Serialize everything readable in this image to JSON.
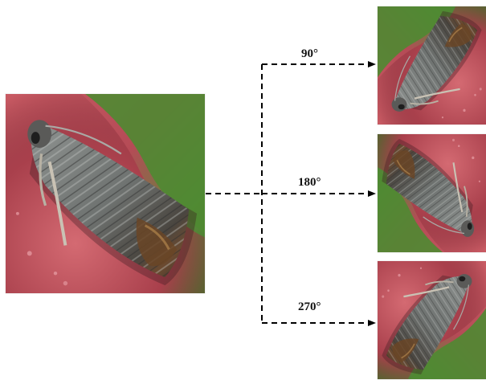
{
  "figure": {
    "source_image": {
      "icon": "moth-on-apple-photo"
    },
    "rotations": [
      {
        "label": "90°",
        "degrees": 90
      },
      {
        "label": "180°",
        "degrees": 180
      },
      {
        "label": "270°",
        "degrees": 270
      }
    ]
  }
}
